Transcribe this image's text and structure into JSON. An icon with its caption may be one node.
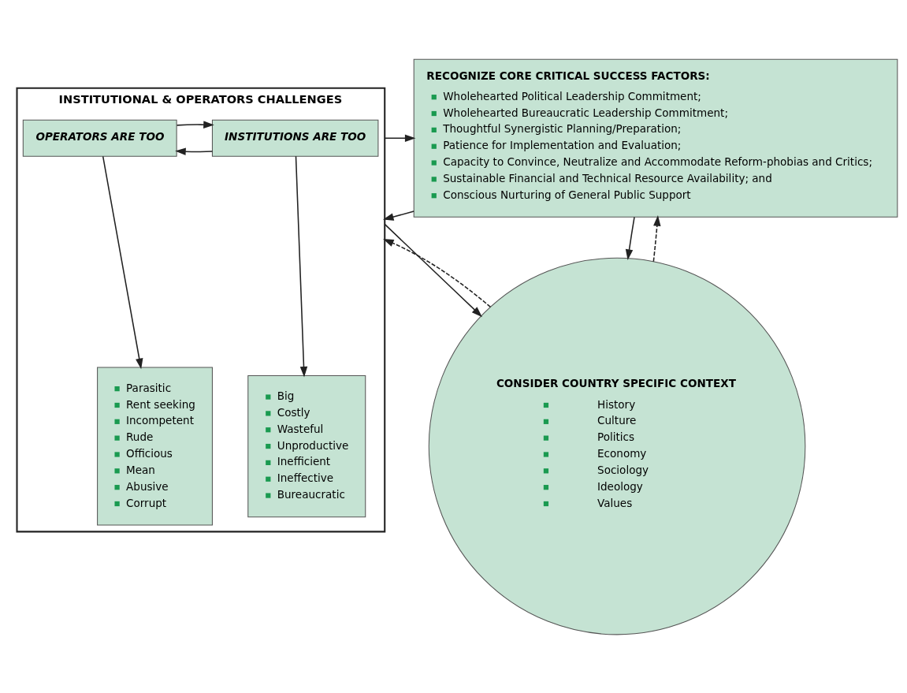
{
  "diagram": {
    "nodes": [
      {
        "text": [
          "RECOGNIZE CORE CRITICAL SUCCESS FACTORS:",
          "Wholehearted Political Leadership Commitment;",
          "Wholehearted Bureaucratic Leadership Commitment;",
          "Thoughtful Synergistic Planning/Preparation;",
          "Patience for Implementation and Evaluation;",
          "Capacity to Convince, Neutralize and Accommodate Reform-phobias and Critics;",
          "Sustainable Financial and Technical Resource Availability; and",
          "Conscious Nurturing of General Public Support"
        ]
      },
      {
        "text": [
          "INSTITUTIONAL & OPERATORS CHALLENGES"
        ]
      },
      {
        "text": [
          "INSTITUTIONS ARE TOO"
        ],
        "in": 1
      },
      {
        "text": [
          "OPERATORS ARE TOO"
        ],
        "in": 1
      },
      {
        "text": [
          "Big",
          "Costly",
          "Wasteful",
          "Unproductive",
          "Inefficient",
          "Ineffective",
          "Bureaucratic"
        ],
        "in": 1
      },
      {
        "text": [
          "Parasitic",
          "Rent seeking",
          "Incompetent",
          "Rude",
          "Officious",
          "Mean",
          "Abusive",
          "Corrupt"
        ],
        "in": 1
      },
      {
        "text": [
          "CONSIDER COUNTRY SPECIFIC CONTEXT",
          "History",
          "Culture",
          "Politics",
          "Economy",
          "Sociology",
          "Ideology",
          "Values"
        ]
      }
    ],
    "edges": [
      {
        "from": 0,
        "to": 1,
        "arrow": "to"
      },
      {
        "from": 1,
        "to": 0,
        "arrow": "to"
      },
      {
        "from": 2,
        "to": 3,
        "arrow": "to"
      },
      {
        "from": 3,
        "to": 2,
        "arrow": "to"
      },
      {
        "from": 2,
        "to": 4,
        "arrow": "to"
      },
      {
        "from": 3,
        "to": 5,
        "arrow": "to"
      },
      {
        "from": 1,
        "to": 6,
        "arrow": "to"
      },
      {
        "from": 0,
        "to": 6,
        "arrow": "to"
      },
      {
        "from": 6,
        "to": 0,
        "arrow": "to",
        "style": "dashed"
      },
      {
        "from": 6,
        "to": 1,
        "arrow": "to",
        "style": "dashed"
      }
    ]
  }
}
